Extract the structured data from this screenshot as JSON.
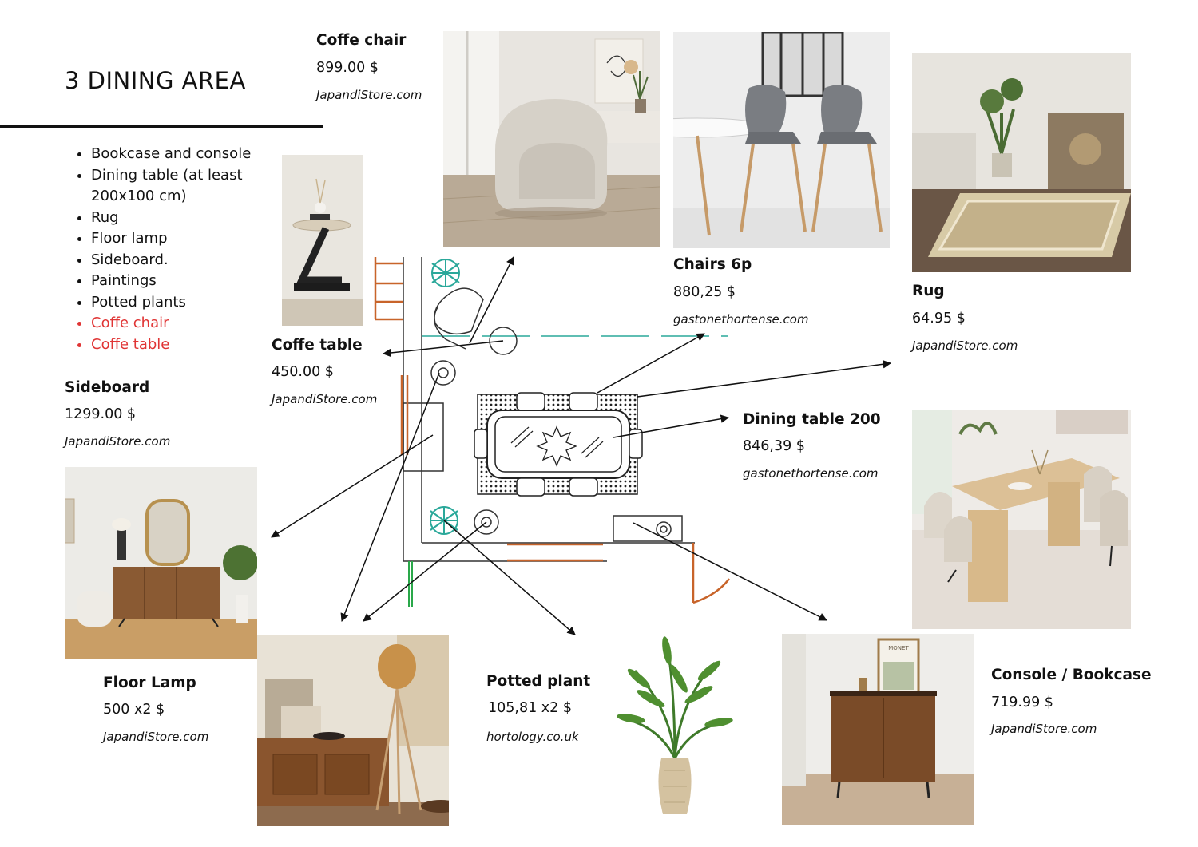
{
  "page": {
    "title": "3 DINING AREA"
  },
  "requirements": [
    {
      "text": "Bookcase and console",
      "new": false
    },
    {
      "text": "Dining table (at least 200x100 cm)",
      "new": false
    },
    {
      "text": "Rug",
      "new": false
    },
    {
      "text": "Floor lamp",
      "new": false
    },
    {
      "text": "Sideboard.",
      "new": false
    },
    {
      "text": "Paintings",
      "new": false
    },
    {
      "text": "Potted plants",
      "new": false
    },
    {
      "text": "Coffe chair",
      "new": true
    },
    {
      "text": "Coffe table",
      "new": true
    }
  ],
  "colors": {
    "new_item": "#e03535",
    "text": "#111111",
    "plan_orange": "#c8642a",
    "plan_teal": "#2aa89a"
  },
  "products": {
    "coffe_chair": {
      "name": "Coffe chair",
      "price": "899.00 $",
      "store": "JapandiStore.com"
    },
    "chairs": {
      "name": "Chairs 6p",
      "price": "880,25 $",
      "store": "gastonethortense.com"
    },
    "rug": {
      "name": "Rug",
      "price": "64.95 $",
      "store": "JapandiStore.com"
    },
    "coffe_table": {
      "name": "Coffe table",
      "price": "450.00 $",
      "store": "JapandiStore.com"
    },
    "sideboard": {
      "name": "Sideboard",
      "price": "1299.00 $",
      "store": "JapandiStore.com"
    },
    "dining_table": {
      "name": "Dining table 200",
      "price": "846,39 $",
      "store": "gastonethortense.com"
    },
    "floor_lamp": {
      "name": "Floor Lamp",
      "price": "500 x2 $",
      "store": "JapandiStore.com"
    },
    "potted_plant": {
      "name": "Potted plant",
      "price": "105,81 x2 $",
      "store": "hortology.co.uk"
    },
    "console": {
      "name": "Console / Bookcase",
      "price": "719.99 $",
      "store": "JapandiStore.com"
    }
  },
  "photos": {
    "console_poster_text": "MONET"
  }
}
